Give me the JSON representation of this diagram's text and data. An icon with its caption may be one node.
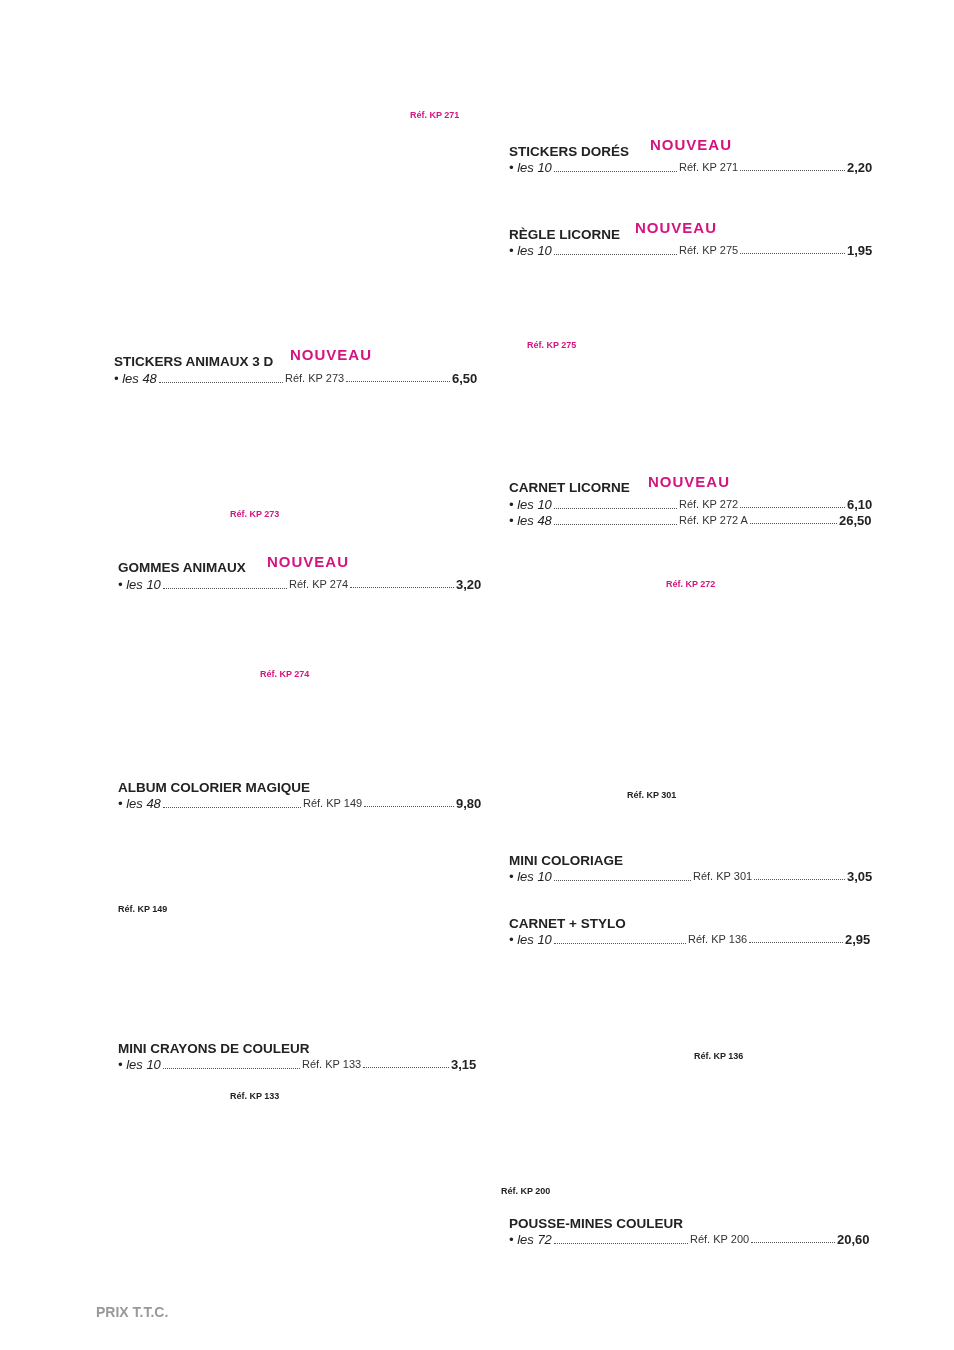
{
  "diagram": {
    "labels": [
      "Réf. KP 271",
      "STICKERS DORÉS",
      "NOUVEAU",
      "• les 10",
      "Réf. KP 271",
      "2,20",
      "RÈGLE LICORNE",
      "NOUVEAU",
      "• les 10",
      "Réf. KP 275",
      "1,95",
      "Réf. KP 275",
      "STICKERS ANIMAUX 3 D",
      "NOUVEAU",
      "• les 48",
      "Réf. KP 273",
      "6,50",
      "CARNET LICORNE",
      "NOUVEAU",
      "• les 10",
      "Réf. KP 272",
      "6,10",
      "• les 48",
      "Réf. KP 272 A",
      "26,50",
      "Réf. KP 273",
      "GOMMES ANIMAUX",
      "NOUVEAU",
      "• les 10",
      "Réf. KP 274",
      "3,20",
      "Réf. KP 272",
      "Réf. KP 274",
      "ALBUM COLORIER MAGIQUE",
      "Réf. KP 301",
      "• les 48",
      "Réf. KP 149",
      "9,80",
      "MINI COLORIAGE",
      "• les 10",
      "Réf. KP 301",
      "3,05",
      "Réf. KP 149",
      "CARNET + STYLO",
      "• les 10",
      "Réf. KP 136",
      "2,95",
      "MINI CRAYONS DE COULEUR",
      "Réf. KP 136",
      "• les 10",
      "Réf. KP 133",
      "3,15",
      "Réf. KP 133",
      "Réf. KP 200",
      "POUSSE-MINES COULEUR",
      "• les 72",
      "Réf. KP 200",
      "20,60",
      "PRIX T.T.C."
    ]
  }
}
